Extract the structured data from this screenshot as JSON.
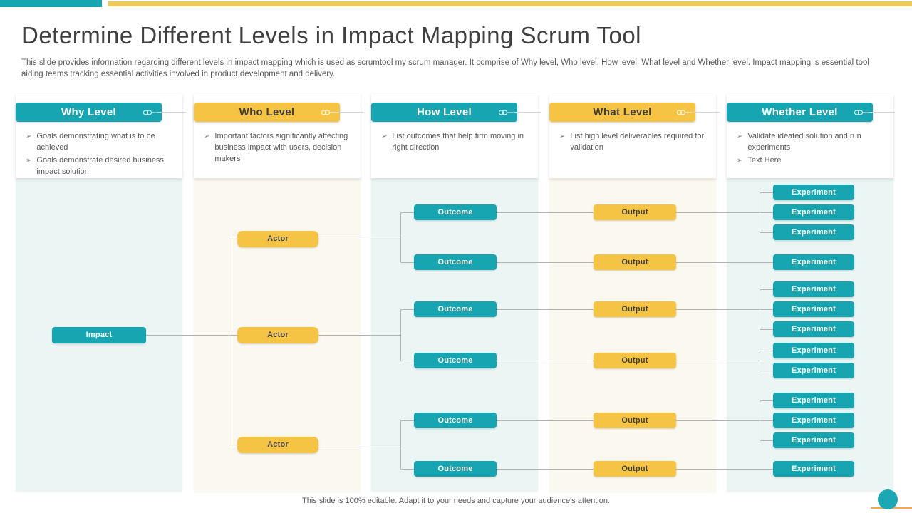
{
  "slide": {
    "title": "Determine Different Levels in Impact Mapping Scrum Tool",
    "subtitle": "This slide provides information regarding different levels in impact mapping which is used as scrumtool my scrum manager. It comprise of Why level, Who level, How level, What level and Whether level. Impact mapping is essential tool aiding teams tracking essential activities involved in product development and delivery.",
    "footer": "This slide is 100% editable. Adapt it to your needs and capture your audience's attention."
  },
  "ui": {
    "bullet_marker": "➢"
  },
  "colors": {
    "teal": "#16A5B1",
    "yellow": "#F6C445",
    "mint_panel": "#EAF5F4",
    "cream_panel": "#FBF8EF",
    "connector_gray": "#B3B3B3",
    "header_link_gray": "#D4D4D4",
    "title_text": "#404040",
    "body_text": "#595959",
    "corner_line_orange": "#F2A64E",
    "top_bar_teal": "#16A5B1",
    "top_bar_yellow": "#F1C85A"
  },
  "columns": [
    {
      "label": "Why Level",
      "header_color": "teal",
      "bullets": [
        "Goals demonstrating what is to be achieved",
        "Goals demonstrate desired business impact solution"
      ]
    },
    {
      "label": "Who Level",
      "header_color": "yellow",
      "bullets": [
        "Important factors significantly affecting business impact with users, decision makers"
      ]
    },
    {
      "label": "How Level",
      "header_color": "teal",
      "bullets": [
        "List outcomes that help firm moving in right direction"
      ]
    },
    {
      "label": "What Level",
      "header_color": "yellow",
      "bullets": [
        "List high level deliverables required for validation"
      ]
    },
    {
      "label": "Whether Level",
      "header_color": "teal",
      "bullets": [
        "Validate ideated solution and run experiments",
        "Text Here"
      ]
    }
  ],
  "diagram": {
    "impact_label": "Impact",
    "actor_label": "Actor",
    "outcome_label": "Outcome",
    "output_label": "Output",
    "experiment_label": "Experiment",
    "actor_count": 3,
    "outcomes_per_actor": 2,
    "experiments_per_output": [
      3,
      1,
      3,
      2,
      3,
      1
    ]
  }
}
